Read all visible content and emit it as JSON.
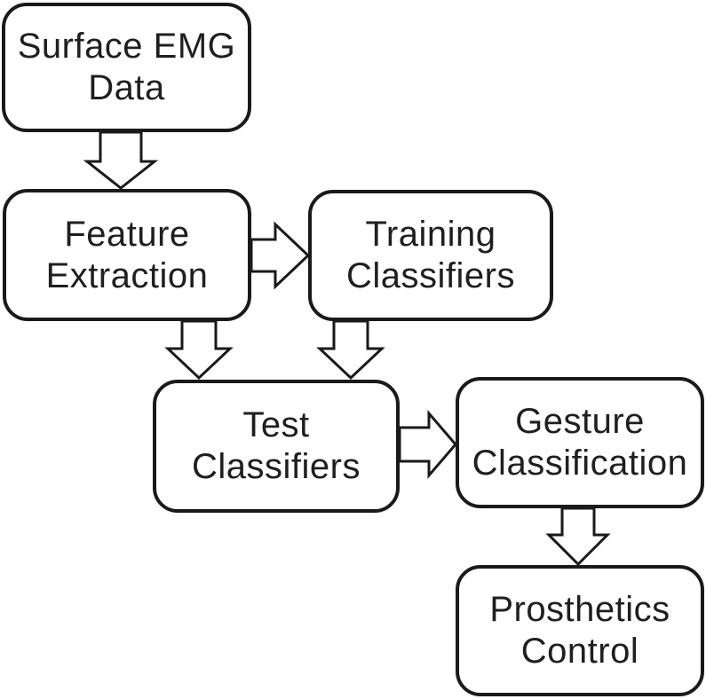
{
  "diagram": {
    "type": "flowchart",
    "description": "Surface EMG gesture classification pipeline",
    "colors": {
      "background": "#ffffff",
      "node_fill": "#ffffff",
      "node_border": "#1a1a1a",
      "text": "#1f1f1f",
      "arrow_fill": "#ffffff",
      "arrow_outline": "#1a1a1a"
    },
    "nodes": [
      {
        "id": "surface-emg-data",
        "label": "Surface EMG Data",
        "lines": [
          "Surface EMG",
          "Data"
        ]
      },
      {
        "id": "feature-extraction",
        "label": "Feature Extraction",
        "lines": [
          "Feature",
          "Extraction"
        ]
      },
      {
        "id": "training-classifiers",
        "label": "Training Classifiers",
        "lines": [
          "Training",
          "Classifiers"
        ]
      },
      {
        "id": "test-classifiers",
        "label": "Test Classifiers",
        "lines": [
          "Test",
          "Classifiers"
        ]
      },
      {
        "id": "gesture-classification",
        "label": "Gesture Classification",
        "lines": [
          "Gesture",
          "Classification"
        ]
      },
      {
        "id": "prosthetics-control",
        "label": "Prosthetics Control",
        "lines": [
          "Prosthetics",
          "Control"
        ]
      }
    ],
    "edges": [
      {
        "from": "surface-emg-data",
        "to": "feature-extraction",
        "direction": "down"
      },
      {
        "from": "feature-extraction",
        "to": "training-classifiers",
        "direction": "right"
      },
      {
        "from": "feature-extraction",
        "to": "test-classifiers",
        "direction": "down"
      },
      {
        "from": "training-classifiers",
        "to": "test-classifiers",
        "direction": "down"
      },
      {
        "from": "test-classifiers",
        "to": "gesture-classification",
        "direction": "right"
      },
      {
        "from": "gesture-classification",
        "to": "prosthetics-control",
        "direction": "down"
      }
    ]
  }
}
